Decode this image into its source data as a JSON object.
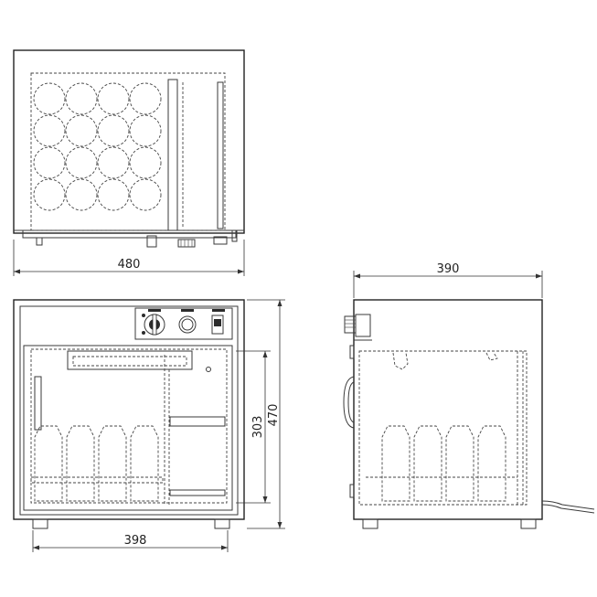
{
  "dimensions": {
    "top_width": "480",
    "front_inner_width": "398",
    "front_height": "470",
    "front_inner_height": "303",
    "side_depth": "390"
  }
}
